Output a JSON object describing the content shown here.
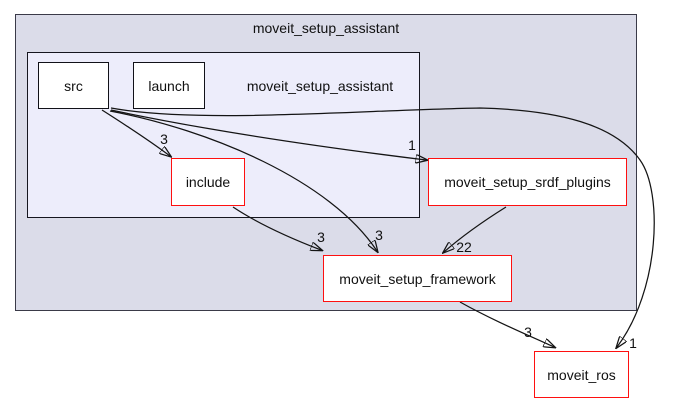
{
  "diagram": {
    "type": "directory-dependency-graph",
    "outer_cluster": {
      "label": "moveit_setup_assistant"
    },
    "inner_cluster": {
      "label": "moveit_setup_assistant"
    },
    "nodes": {
      "src": {
        "label": "src",
        "style": "internal"
      },
      "launch": {
        "label": "launch",
        "style": "internal"
      },
      "include": {
        "label": "include",
        "style": "external"
      },
      "srdf_plugins": {
        "label": "moveit_setup_srdf_plugins",
        "style": "external"
      },
      "framework": {
        "label": "moveit_setup_framework",
        "style": "external"
      },
      "moveit_ros": {
        "label": "moveit_ros",
        "style": "external"
      }
    },
    "edges": [
      {
        "from": "src",
        "to": "include",
        "count": "3"
      },
      {
        "from": "src",
        "to": "moveit_setup_srdf_plugins",
        "count": "1"
      },
      {
        "from": "src",
        "to": "moveit_setup_framework",
        "count": "3"
      },
      {
        "from": "src",
        "to": "moveit_ros",
        "count": "1"
      },
      {
        "from": "include",
        "to": "moveit_setup_framework",
        "count": "3"
      },
      {
        "from": "moveit_setup_srdf_plugins",
        "to": "moveit_setup_framework",
        "count": "22"
      },
      {
        "from": "moveit_setup_framework",
        "to": "moveit_ros",
        "count": "3"
      }
    ],
    "colors": {
      "outer_cluster_fill": "#dbdce9",
      "outer_cluster_border": "#3a3a48",
      "inner_cluster_fill": "#ededfb",
      "inner_cluster_border": "#16161f",
      "node_fill": "#ffffff",
      "internal_node_border": "#111118",
      "external_node_border": "#fe1010",
      "edge_color": "#141414"
    }
  }
}
